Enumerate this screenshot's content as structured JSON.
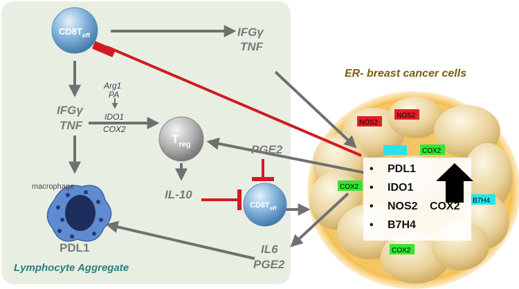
{
  "cells": {
    "cd8_top": {
      "main": "CD8T",
      "sub": "eff"
    },
    "treg": {
      "main": "T",
      "sub": "reg"
    },
    "cd8_mid": {
      "main": "CD8T",
      "sub": "eff"
    }
  },
  "labels": {
    "ifg_right": "IFGγ",
    "tnf_right": "TNF",
    "ifg_left": "IFGγ",
    "tnf_left": "TNF",
    "arg1": "Arg1",
    "pa": "PA",
    "ido1": "IDO1",
    "cox2": "COX2",
    "pge2_top": "PGE2",
    "il10": "IL-10",
    "macrophage": "macrophage",
    "pdl1_macro": "PDL1",
    "il6": "IL6",
    "pge2_bottom": "PGE2",
    "lymph_aggregate": "Lymphocyte Aggregate",
    "cancer_title": "ER- breast cancer cells"
  },
  "tags": {
    "nos2_a": "NOS2",
    "nos2_b": "NOS2",
    "cox2_a": "COX2",
    "cox2_b": "COX2",
    "b7h4": "B7H4",
    "cox2_c": "COX2",
    "cyan_blank": ""
  },
  "box": {
    "items": [
      "PDL1",
      "IDO1",
      "NOS2",
      "B7H4"
    ],
    "side_label": "COX2"
  },
  "colors": {
    "aggregate_bg": "#e8efe2",
    "inhibit_red": "#d31a22",
    "arrow_gray": "#707070",
    "tag_red": "#e11f26",
    "tag_green": "#33e433",
    "tag_cyan": "#28e3ef",
    "title_gold": "#7a5c12",
    "aggregate_teal": "#2a8080"
  }
}
